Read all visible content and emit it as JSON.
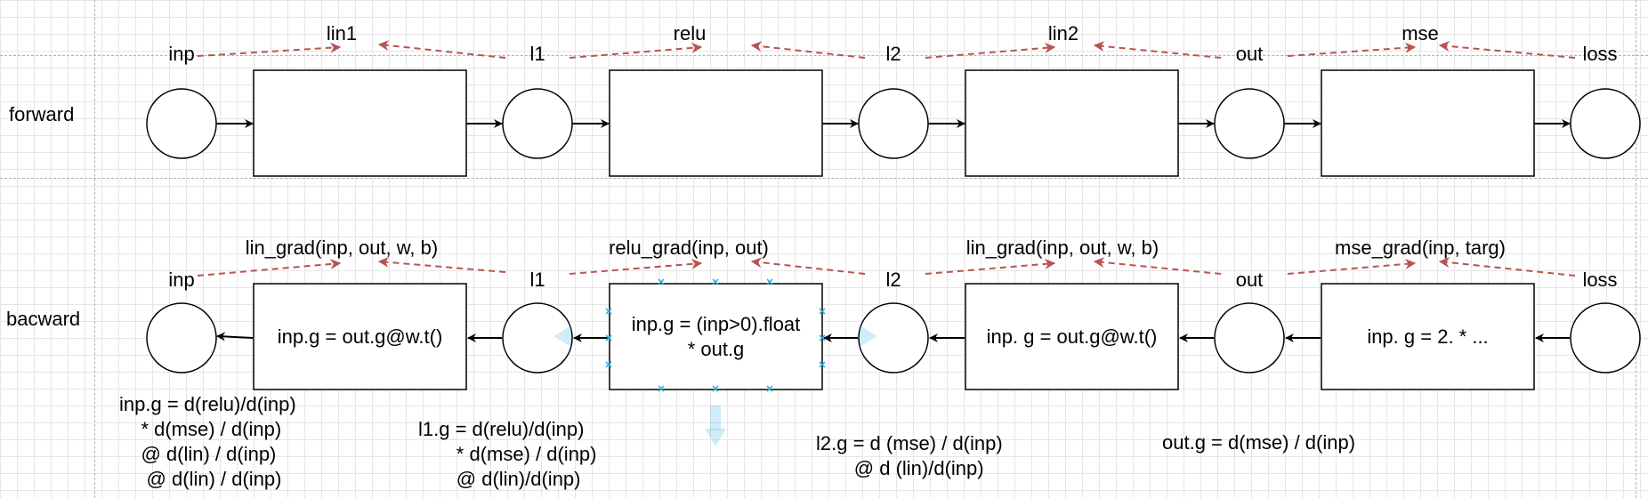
{
  "rows": {
    "forward": "forward",
    "backward": "bacward"
  },
  "forward": {
    "nodes": [
      "inp",
      "l1",
      "l2",
      "out",
      "loss"
    ],
    "ops": [
      "lin1",
      "relu",
      "lin2",
      "mse"
    ]
  },
  "backward": {
    "nodes": [
      "inp",
      "l1",
      "l2",
      "out",
      "loss"
    ],
    "ops": [
      "lin_grad(inp, out, w, b)",
      "relu_grad(inp, out)",
      "lin_grad(inp, out, w, b)",
      "mse_grad(inp, targ)"
    ],
    "boxes": [
      "inp.g = out.g@w.t()",
      "inp.g = (inp>0).float\n* out.g",
      "inp. g = out.g@w.t()",
      "inp. g = 2. * ..."
    ]
  },
  "notes": {
    "inp": [
      "inp.g = d(relu)/d(inp)",
      "    * d(mse) / d(inp)",
      "    @ d(lin) / d(inp)",
      "     @ d(lin) / d(inp)"
    ],
    "l1": [
      "l1.g = d(relu)/d(inp)",
      "       * d(mse) / d(inp)",
      "       @ d(lin)/d(inp)"
    ],
    "l2": [
      "l2.g = d (mse) / d(inp)",
      "       @ d (lin)/d(inp)"
    ],
    "out": [
      "out.g = d(mse) / d(inp)"
    ]
  },
  "colors": {
    "dashed_arrow": "#b85450",
    "selection": "#29a8e0",
    "grid": "#e6e6e6"
  }
}
